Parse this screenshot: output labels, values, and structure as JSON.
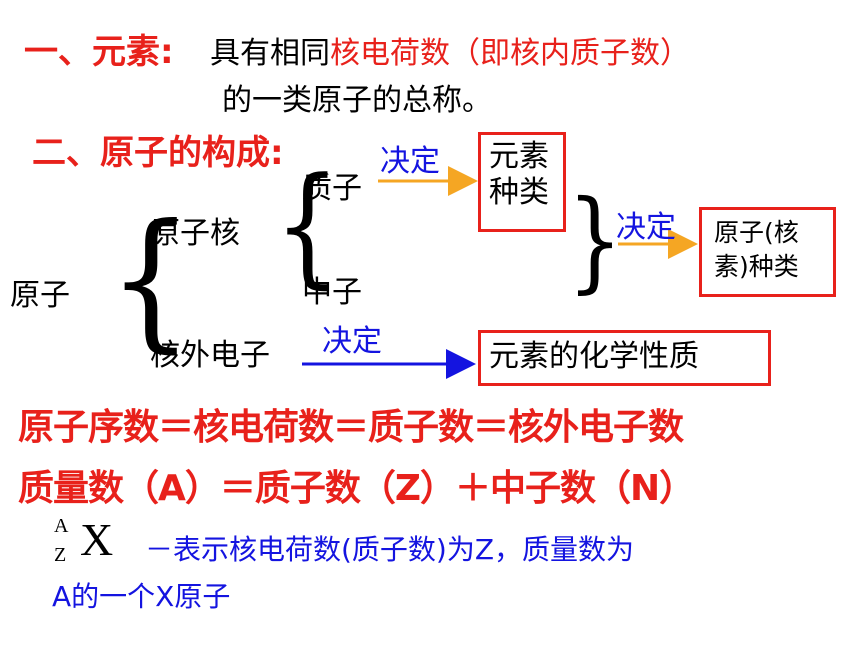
{
  "section1": {
    "heading": "一、元素",
    "colon": ":",
    "def_part1": "具有相同",
    "def_highlight": "核电荷数（即核内质子数）",
    "def_part2": "的一类原子的总称。"
  },
  "section2": {
    "heading": "二、原子的构成:"
  },
  "tree": {
    "atom": "原子",
    "nucleus": "原子核",
    "proton": "质子",
    "neutron": "中子",
    "electron": "核外电子",
    "decides_label": "决定",
    "box_element_type": "元素\n种类",
    "box_element_type_l1": "元素",
    "box_element_type_l2": "种类",
    "box_nuclide_l1": "原子(核",
    "box_nuclide_l2": "素)种类",
    "box_chem": "元素的化学性质"
  },
  "equations": {
    "line1": "原子序数＝核电荷数＝质子数＝核外电子数",
    "line2": "质量数（A）＝质子数（Z）＋中子数（N）"
  },
  "notation": {
    "mass_sup": "A",
    "atomic_sub": "Z",
    "symbol": "X",
    "desc_line1": "－表示核电荷数(质子数)为Z，质量数为",
    "desc_line2": "A的一个X原子"
  },
  "colors": {
    "red": "#e8211b",
    "blue": "#1414e0",
    "orange_arrow": "#f5a623"
  }
}
